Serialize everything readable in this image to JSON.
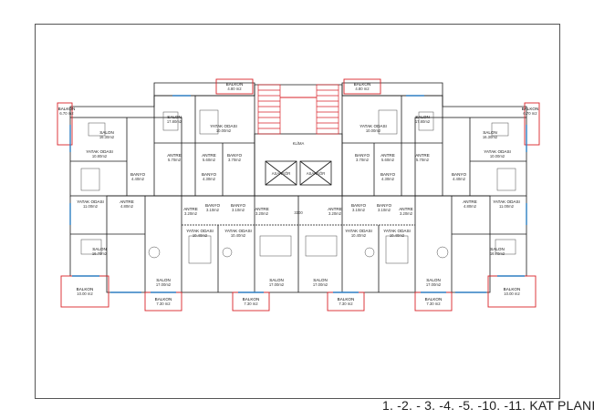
{
  "sheet_title": "1. -2. - 3. -4. -5. -10. -11. KAT PLANI",
  "colors": {
    "wall": "#1a1a1a",
    "balcony": "#d9232a",
    "window": "#2e7fc2",
    "furniture": "#4a4a4a",
    "stair": "#d9232a"
  },
  "core": {
    "lift_a": "ASANSÖR",
    "lift_b": "ASANSÖR",
    "klima": "KLİMA",
    "corridor": "3300"
  },
  "rooms": [
    {
      "name": "BALKON",
      "area": "4.80 m2"
    },
    {
      "name": "BALKON",
      "area": "4.80 m2"
    },
    {
      "name": "BALKON",
      "area": "6.70 m2"
    },
    {
      "name": "BALKON",
      "area": "6.70 m2"
    },
    {
      "name": "SALON",
      "area": "17.80m2"
    },
    {
      "name": "SALON",
      "area": "17.80m2"
    },
    {
      "name": "SALON",
      "area": "16.30m2"
    },
    {
      "name": "SALON",
      "area": "16.30m2"
    },
    {
      "name": "YATAK ODASI",
      "area": "10.00m2"
    },
    {
      "name": "YATAK ODASI",
      "area": "10.00m2"
    },
    {
      "name": "YATAK ODASI",
      "area": "10.80m2"
    },
    {
      "name": "YATAK ODASI",
      "area": "10.00m2"
    },
    {
      "name": "ANTRE",
      "area": "5.60m2"
    },
    {
      "name": "BANYO",
      "area": "3.70m2"
    },
    {
      "name": "BANYO",
      "area": "3.70m2"
    },
    {
      "name": "ANTRE",
      "area": "5.60m2"
    },
    {
      "name": "ANTRE",
      "area": "5.70m2"
    },
    {
      "name": "ANTRE",
      "area": "5.70m2"
    },
    {
      "name": "BANYO",
      "area": "4.30m2"
    },
    {
      "name": "BANYO",
      "area": "4.30m2"
    },
    {
      "name": "BANYO",
      "area": "4.40m2"
    },
    {
      "name": "BANYO",
      "area": "4.40m2"
    },
    {
      "name": "YATAK ODASI",
      "area": "11.00m2"
    },
    {
      "name": "YATAK ODASI",
      "area": "11.00m2"
    },
    {
      "name": "ANTRE",
      "area": "4.80m2"
    },
    {
      "name": "ANTRE",
      "area": "4.80m2"
    },
    {
      "name": "ANTRE",
      "area": "3.20m2"
    },
    {
      "name": "BANYO",
      "area": "3.10m2"
    },
    {
      "name": "BANYO",
      "area": "3.10m2"
    },
    {
      "name": "ANTRE",
      "area": "3.20m2"
    },
    {
      "name": "ANTRE",
      "area": "3.20m2"
    },
    {
      "name": "BANYO",
      "area": "3.10m2"
    },
    {
      "name": "BANYO",
      "area": "3.10m2"
    },
    {
      "name": "ANTRE",
      "area": "3.20m2"
    },
    {
      "name": "YATAK ODASI",
      "area": "10.40m2"
    },
    {
      "name": "YATAK ODASI",
      "area": "10.40m2"
    },
    {
      "name": "YATAK ODASI",
      "area": "10.40m2"
    },
    {
      "name": "YATAK ODASI",
      "area": "10.40m2"
    },
    {
      "name": "SALON",
      "area": "16.70m2"
    },
    {
      "name": "SALON",
      "area": "16.70m2"
    },
    {
      "name": "SALON",
      "area": "17.00m2"
    },
    {
      "name": "SALON",
      "area": "17.00m2"
    },
    {
      "name": "SALON",
      "area": "17.00m2"
    },
    {
      "name": "SALON",
      "area": "17.00m2"
    },
    {
      "name": "BALKON",
      "area": "10.00 m2"
    },
    {
      "name": "BALKON",
      "area": "10.00 m2"
    },
    {
      "name": "BALKON",
      "area": "7.30 m2"
    },
    {
      "name": "BALKON",
      "area": "7.30 m2"
    },
    {
      "name": "BALKON",
      "area": "7.30 m2"
    },
    {
      "name": "BALKON",
      "area": "7.30 m2"
    }
  ]
}
